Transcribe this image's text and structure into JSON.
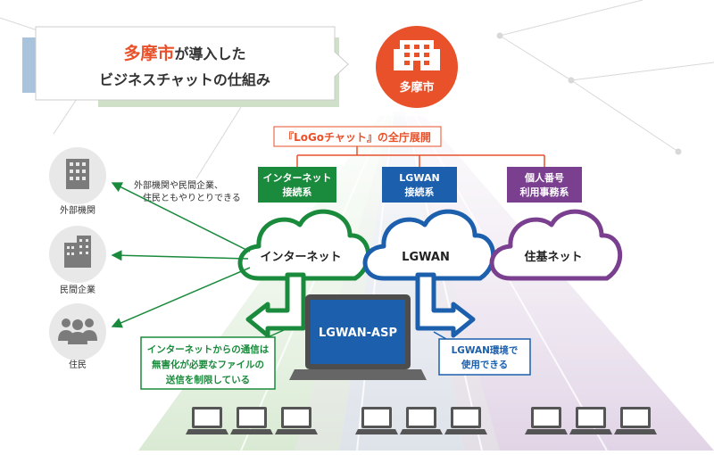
{
  "title": {
    "line1_city": "多摩市",
    "line1_rest": "が導入した",
    "line2": "ビジネスチャットの仕組み"
  },
  "city_label": "多摩市",
  "deployment_label": "『LoGoチャット』の全庁展開",
  "networks": [
    {
      "tag_line1": "インターネット",
      "tag_line2": "接続系",
      "cloud_label": "インターネット",
      "color": "#1a8a3c"
    },
    {
      "tag_line1": "LGWAN",
      "tag_line2": "接続系",
      "cloud_label": "LGWAN",
      "color": "#1b5fad"
    },
    {
      "tag_line1": "個人番号",
      "tag_line2": "利用事務系",
      "cloud_label": "住基ネット",
      "color": "#7a3f8f"
    }
  ],
  "external": {
    "caption_line1": "外部機関や民間企業、",
    "caption_line2": "住民ともやりとりできる",
    "entities": [
      {
        "label": "外部機関",
        "icon": "office-building-icon"
      },
      {
        "label": "民間企業",
        "icon": "company-building-icon"
      },
      {
        "label": "住民",
        "icon": "residents-icon"
      }
    ]
  },
  "asp_label": "LGWAN-ASP",
  "note_internet": {
    "line1": "インターネットからの通信は",
    "line2": "無害化が必要なファイルの",
    "line3": "送信を制限している"
  },
  "note_lgwan": {
    "line1": "LGWAN環境で",
    "line2": "使用できる"
  },
  "colors": {
    "accent_orange": "#e8512a",
    "green": "#1a8a3c",
    "blue": "#1b5fad",
    "purple": "#7a3f8f",
    "gray_icon": "#7b7b7b"
  }
}
